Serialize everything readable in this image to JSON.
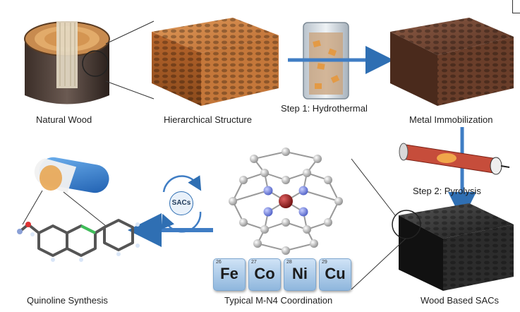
{
  "labels": {
    "natural_wood": "Natural Wood",
    "hierarchical": "Hierarchical Structure",
    "step1": "Step 1: Hydrothermal",
    "metal_immob": "Metal Immobilization",
    "step2": "Step 2: Pyrolysis",
    "wood_sacs": "Wood Based SACs",
    "coordination": "Typical M-N4 Coordination",
    "quinoline": "Quinoline Synthesis",
    "sacs_badge": "SACs"
  },
  "elements": [
    {
      "number": "26",
      "symbol": "Fe"
    },
    {
      "number": "27",
      "symbol": "Co"
    },
    {
      "number": "28",
      "symbol": "Ni"
    },
    {
      "number": "29",
      "symbol": "Cu"
    }
  ],
  "colors": {
    "arrow": "#3f7dc4",
    "wood": "#c97a3c",
    "metal": "#6b3a26",
    "carbon": "#2b2b2b",
    "metal_atom": "#8b1a1a",
    "nitrogen": "#6e7fd6"
  }
}
